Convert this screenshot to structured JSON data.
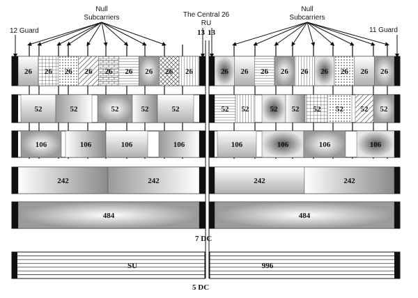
{
  "annotations": {
    "guard_left": "12 Guard",
    "guard_right": "11 Guard",
    "null_left_line1": "Null",
    "null_left_line2": "Subcarriers",
    "null_right_line1": "Null",
    "null_right_line2": "Subcarriers",
    "central_line1": "The Central 26",
    "central_line2": "RU",
    "central_13_left": "13",
    "central_13_right": "13",
    "dc_7": "7 DC",
    "dc_5": "5 DC"
  },
  "rows": {
    "ru26": {
      "label": "26"
    },
    "ru52": {
      "label": "52"
    },
    "ru106": {
      "label": "106"
    },
    "ru242": {
      "label": "242"
    },
    "ru484": {
      "label": "484"
    },
    "ru996": {
      "left_label": "SU",
      "right_label": "996"
    }
  }
}
